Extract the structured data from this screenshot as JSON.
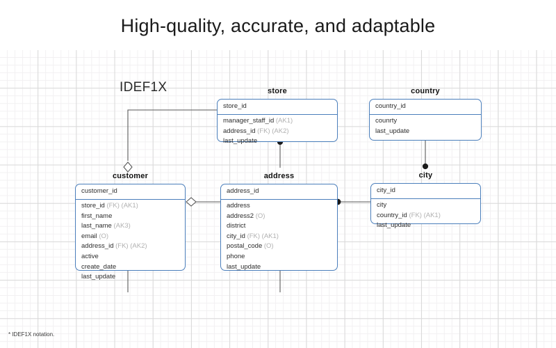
{
  "title": "High-quality, accurate, and adaptable",
  "notation_label": "IDEF1X",
  "footnote": "* IDEF1X notation.",
  "colors": {
    "entity_border": "#4a7ebb",
    "connector": "#595959",
    "attribute_text": "#2d2d2d",
    "annotation_text": "#b0b0b0",
    "grid_major": "#d9d9d9",
    "grid_minor": "#f2f0f2"
  },
  "entities": [
    {
      "id": "store",
      "name": "store",
      "primary_keys": [
        {
          "name": "store_id",
          "annotation": ""
        }
      ],
      "attributes": [
        {
          "name": "manager_staff_id",
          "annotation": "(AK1)"
        },
        {
          "name": "address_id",
          "annotation": "(FK) (AK2)"
        },
        {
          "name": "last_update",
          "annotation": ""
        }
      ]
    },
    {
      "id": "country",
      "name": "country",
      "primary_keys": [
        {
          "name": "country_id",
          "annotation": ""
        }
      ],
      "attributes": [
        {
          "name": "counrty",
          "annotation": ""
        },
        {
          "name": "last_update",
          "annotation": ""
        }
      ]
    },
    {
      "id": "customer",
      "name": "customer",
      "primary_keys": [
        {
          "name": "customer_id",
          "annotation": ""
        }
      ],
      "attributes": [
        {
          "name": "store_id",
          "annotation": "(FK) (AK1)"
        },
        {
          "name": "first_name",
          "annotation": ""
        },
        {
          "name": "last_name",
          "annotation": "(AK3)"
        },
        {
          "name": "email",
          "annotation": "(O)"
        },
        {
          "name": "address_id",
          "annotation": "(FK) (AK2)"
        },
        {
          "name": "active",
          "annotation": ""
        },
        {
          "name": "create_date",
          "annotation": ""
        },
        {
          "name": "last_update",
          "annotation": ""
        }
      ]
    },
    {
      "id": "address",
      "name": "address",
      "primary_keys": [
        {
          "name": "address_id",
          "annotation": ""
        }
      ],
      "attributes": [
        {
          "name": "address",
          "annotation": ""
        },
        {
          "name": "address2",
          "annotation": "(O)"
        },
        {
          "name": "district",
          "annotation": ""
        },
        {
          "name": "city_id",
          "annotation": "(FK) (AK1)"
        },
        {
          "name": "postal_code",
          "annotation": "(O)"
        },
        {
          "name": "phone",
          "annotation": ""
        },
        {
          "name": "last_update",
          "annotation": ""
        }
      ]
    },
    {
      "id": "city",
      "name": "city",
      "primary_keys": [
        {
          "name": "city_id",
          "annotation": ""
        }
      ],
      "attributes": [
        {
          "name": "city",
          "annotation": ""
        },
        {
          "name": "country_id",
          "annotation": "(FK) (AK1)"
        },
        {
          "name": "last_update",
          "annotation": ""
        }
      ]
    }
  ],
  "relationships": [
    {
      "id": "store-customer",
      "from": "store",
      "to": "customer",
      "from_symbol": "none",
      "to_symbol": "diamond"
    },
    {
      "id": "store-address",
      "from": "store",
      "to": "address",
      "from_symbol": "dot",
      "to_symbol": "none"
    },
    {
      "id": "customer-address",
      "from": "customer",
      "to": "address",
      "from_symbol": "diamond",
      "to_symbol": "none"
    },
    {
      "id": "address-city",
      "from": "address",
      "to": "city",
      "from_symbol": "dot",
      "to_symbol": "none"
    },
    {
      "id": "country-city",
      "from": "country",
      "to": "city",
      "from_symbol": "none",
      "to_symbol": "dot"
    }
  ]
}
